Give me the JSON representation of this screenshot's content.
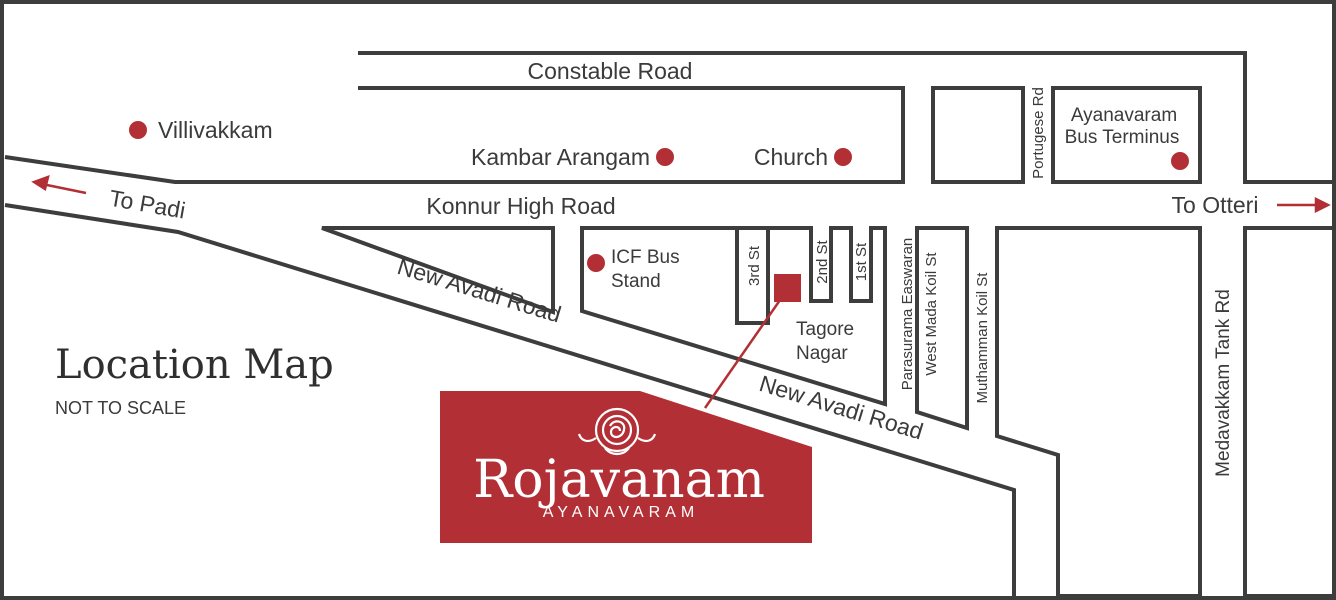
{
  "title": "Location Map",
  "scale_note": "NOT TO SCALE",
  "roads": {
    "constable": "Constable Road",
    "konnur": "Konnur High Road",
    "new_avadi_1": "New Avadi Road",
    "new_avadi_2": "New Avadi Road",
    "third_st": "3rd St",
    "second_st": "2nd St",
    "first_st": "1st St",
    "parasurama": "Parasurama Easwaran",
    "west_mada": "West Mada Koil St",
    "muthamman": "Muthamman Koil St",
    "portugese": "Portugese Rd",
    "medavakkam": "Medavakkam Tank Rd"
  },
  "directions": {
    "padi": "To Padi",
    "otteri": "To Otteri"
  },
  "landmarks": {
    "villivakkam": "Villivakkam",
    "kambar": "Kambar Arangam",
    "church": "Church",
    "icf_line1": "ICF Bus",
    "icf_line2": "Stand",
    "terminus_line1": "Ayanavaram",
    "terminus_line2": "Bus Terminus",
    "tagore_line1": "Tagore",
    "tagore_line2": "Nagar"
  },
  "brand": {
    "name": "Rojavanam",
    "locality": "AYANAVARAM"
  },
  "colors": {
    "accent": "#b22f35",
    "road_stroke": "#3d3d3d",
    "text": "#3b3b3b",
    "background": "#ffffff"
  }
}
